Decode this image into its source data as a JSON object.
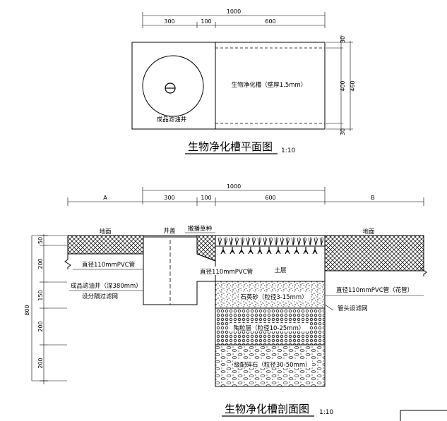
{
  "plan": {
    "dims_top": {
      "overall": "1000",
      "a": "300",
      "b": "100",
      "c": "600"
    },
    "dims_right": {
      "top": "30",
      "middle": "400",
      "bottom": "30",
      "overall": "460"
    },
    "well_label": "成品滤油井",
    "tank_label": "生物净化槽（壁厚1.5mm）",
    "title": "生物净化槽平面图",
    "scale": "1:10"
  },
  "section": {
    "dims_top": {
      "overall": "1000",
      "left": "A",
      "a": "300",
      "b": "100",
      "c": "600",
      "right": "B"
    },
    "dims_left": {
      "overall": "800",
      "d1": "50",
      "d2": "200",
      "d3": "150",
      "d4": "200",
      "d5": "200"
    },
    "labels": {
      "ground_left": "地面",
      "ground_right": "地面",
      "well_cover": "井盖",
      "grass_seed": "撒播草种",
      "pipe_left": "直径110mmPVC管",
      "well_desc": "成品滤油井（深380mm）",
      "well_filter": "设分隔过滤网",
      "pipe_mid": "直径110mmPVC管",
      "soil": "土层",
      "quartz_sand": "石英砂（粒径3-15mm）",
      "ceramsite": "陶粒层（粒径10-25mm）",
      "gravel": "级配碎石（粒径30-50mm）",
      "pipe_right": "直径110mmPVC管（花管）",
      "pipe_filter": "管头设滤网"
    },
    "title": "生物净化槽剖面图",
    "scale": "1:10"
  }
}
